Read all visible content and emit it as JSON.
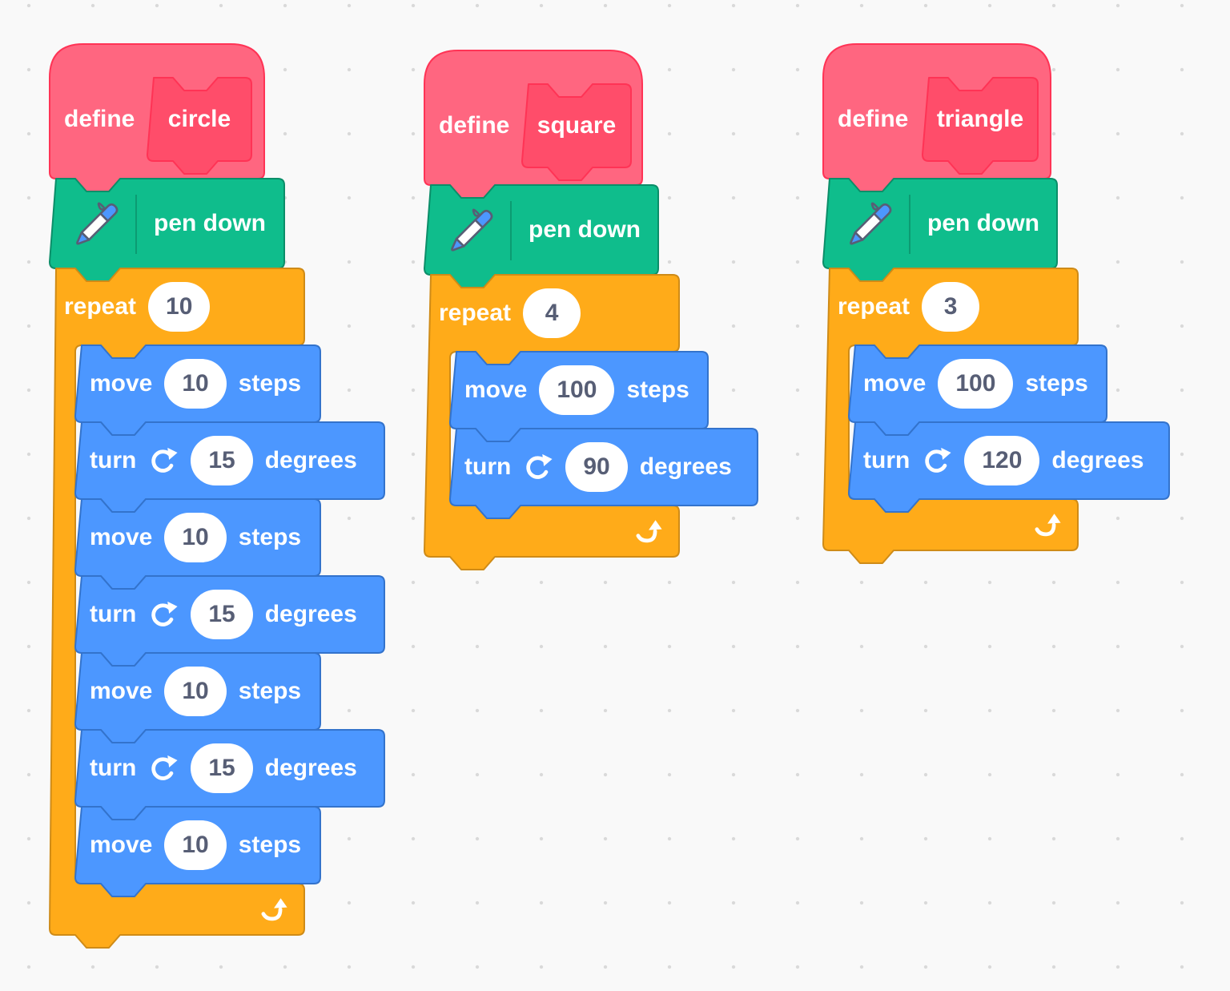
{
  "app": {
    "name": "scratch-scripts-canvas"
  },
  "canvas": {
    "background": "#f9f9f9",
    "dot_color": "#d9d9d9"
  },
  "palette": {
    "motion_fill": "#4C97FF",
    "motion_stroke": "#3373CC",
    "control_fill": "#FFAB19",
    "control_stroke": "#CF8B17",
    "pen_fill": "#0FBD8C",
    "pen_stroke": "#0B8E69",
    "myblocks_fill": "#FF6680",
    "myblocks_stroke": "#FF3355",
    "proto_fill": "#FF4D6A",
    "proto_stroke": "#FF3355",
    "field_fill": "#FFFFFF",
    "field_text": "#575E75",
    "label_text": "#FFFFFF"
  },
  "stacks": [
    {
      "procedure": "circle",
      "blocks": [
        {
          "type": "define",
          "label": "define",
          "name": "circle"
        },
        {
          "type": "pen_down",
          "label": "pen down"
        },
        {
          "type": "repeat",
          "label": "repeat",
          "times": "10",
          "body": [
            {
              "type": "move",
              "label": "move",
              "value": "10",
              "unit": "steps"
            },
            {
              "type": "turn_cw",
              "label": "turn",
              "value": "15",
              "unit": "degrees"
            },
            {
              "type": "move",
              "label": "move",
              "value": "10",
              "unit": "steps"
            },
            {
              "type": "turn_cw",
              "label": "turn",
              "value": "15",
              "unit": "degrees"
            },
            {
              "type": "move",
              "label": "move",
              "value": "10",
              "unit": "steps"
            },
            {
              "type": "turn_cw",
              "label": "turn",
              "value": "15",
              "unit": "degrees"
            },
            {
              "type": "move",
              "label": "move",
              "value": "10",
              "unit": "steps"
            }
          ]
        }
      ]
    },
    {
      "procedure": "square",
      "blocks": [
        {
          "type": "define",
          "label": "define",
          "name": "square"
        },
        {
          "type": "pen_down",
          "label": "pen down"
        },
        {
          "type": "repeat",
          "label": "repeat",
          "times": "4",
          "body": [
            {
              "type": "move",
              "label": "move",
              "value": "100",
              "unit": "steps"
            },
            {
              "type": "turn_cw",
              "label": "turn",
              "value": "90",
              "unit": "degrees"
            }
          ]
        }
      ]
    },
    {
      "procedure": "triangle",
      "blocks": [
        {
          "type": "define",
          "label": "define",
          "name": "triangle"
        },
        {
          "type": "pen_down",
          "label": "pen down"
        },
        {
          "type": "repeat",
          "label": "repeat",
          "times": "3",
          "body": [
            {
              "type": "move",
              "label": "move",
              "value": "100",
              "unit": "steps"
            },
            {
              "type": "turn_cw",
              "label": "turn",
              "value": "120",
              "unit": "degrees"
            }
          ]
        }
      ]
    }
  ]
}
